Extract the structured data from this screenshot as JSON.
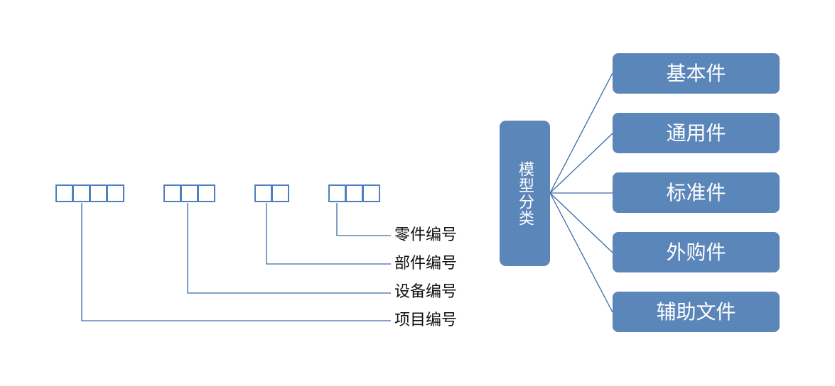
{
  "code_diagram": {
    "labels": [
      {
        "text": "零件编号"
      },
      {
        "text": "部件编号"
      },
      {
        "text": "设备编号"
      },
      {
        "text": "项目编号"
      }
    ]
  },
  "classification": {
    "root": "模型分类",
    "children": [
      {
        "text": "基本件"
      },
      {
        "text": "通用件"
      },
      {
        "text": "标准件"
      },
      {
        "text": "外购件"
      },
      {
        "text": "辅助文件"
      }
    ]
  },
  "colors": {
    "box_fill": "#5b86b9",
    "cell_border": "#4f7fbd",
    "line": "#3d6aa8"
  }
}
